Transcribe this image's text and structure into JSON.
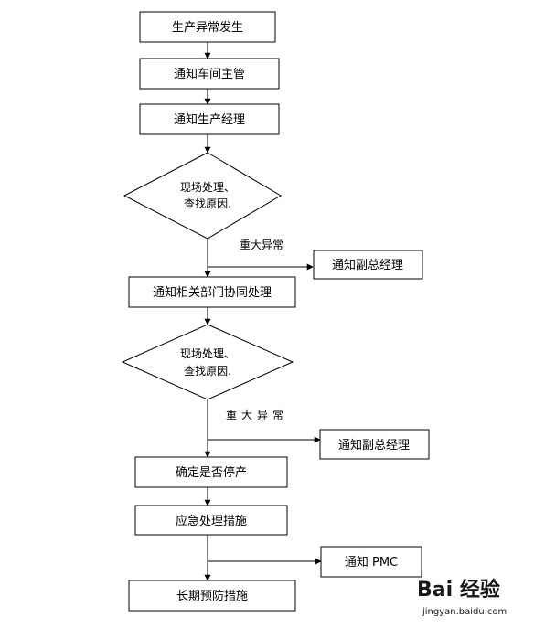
{
  "nodes": {
    "n1": "生产异常发生",
    "n2": "通知车间主管",
    "n3": "通知生产经理",
    "d1_line1": "现场处理、",
    "d1_line2": "查找原因.",
    "n4": "通知相关部门协同处理",
    "d2_line1": "现场处理、",
    "d2_line2": "查找原因.",
    "n5": "确定是否停产",
    "n6": "应急处理措施",
    "n7": "长期预防措施"
  },
  "side_nodes": {
    "s1": "通知副总经理",
    "s2": "通知副总经理",
    "s3": "通知 PMC"
  },
  "edge_labels": {
    "e1": "重大异常",
    "e2": "重大异常"
  },
  "watermark": {
    "text": "Bai  经验",
    "sub": "jingyan.baidu.com"
  }
}
